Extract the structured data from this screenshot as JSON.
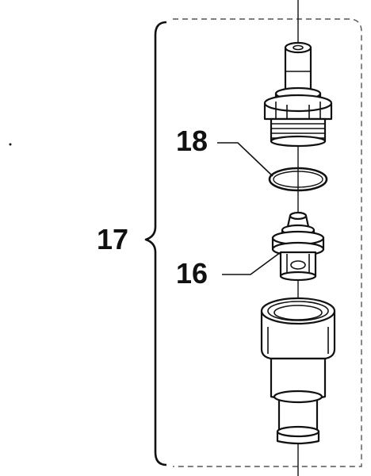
{
  "callouts": {
    "assembly": "17",
    "oring": "18",
    "valve": "16"
  },
  "parts": [
    {
      "name": "connector-nipple"
    },
    {
      "name": "o-ring"
    },
    {
      "name": "valve-insert"
    },
    {
      "name": "outlet-sleeve"
    }
  ]
}
